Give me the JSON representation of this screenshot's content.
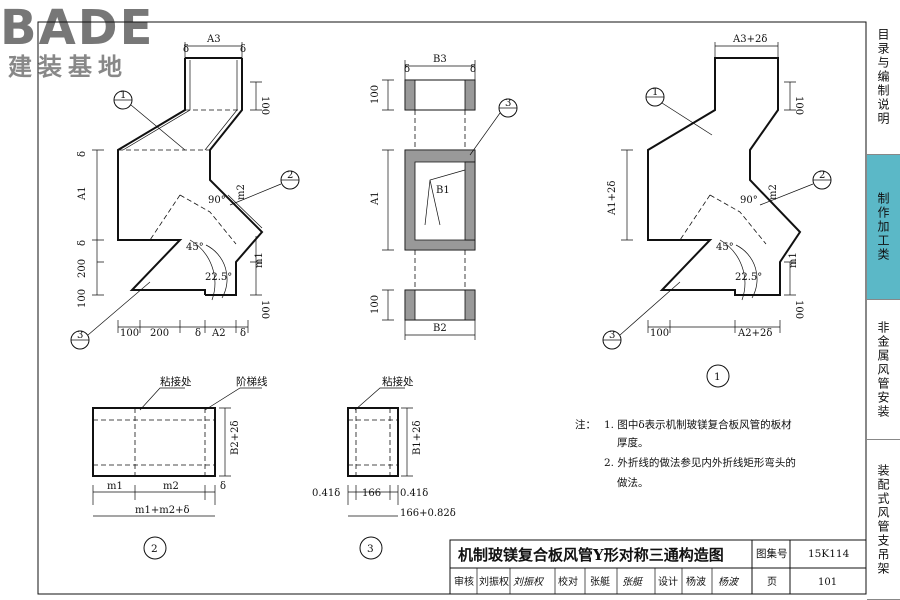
{
  "logo": {
    "name": "BADE",
    "subtitle": "建装基地"
  },
  "sidebar": [
    {
      "label": "目录与编制说明",
      "active": false
    },
    {
      "label": "制作加工类",
      "active": true
    },
    {
      "label": "非金属风管安装",
      "active": false
    },
    {
      "label": "装配式风管支吊架",
      "active": false
    }
  ],
  "view_left": {
    "top_width": "A3",
    "delta": "δ",
    "h100": "100",
    "left_height": "A1",
    "h200": "200",
    "bottom_h100": "100",
    "angle90": "90°",
    "angle45": "45°",
    "angle22": "22.5°",
    "m1": "m1",
    "m2": "m2",
    "bottom_dims": [
      "100",
      "200",
      "δ",
      "A2",
      "δ"
    ],
    "callouts": [
      "1",
      "2",
      "3"
    ]
  },
  "view_mid": {
    "top_width": "B3",
    "delta": "δ",
    "h100_top": "100",
    "height": "A1",
    "h100_bottom": "100",
    "inner": "B1",
    "bottom_width": "B2",
    "callout": "3"
  },
  "view_right": {
    "top_width": "A3+2δ",
    "height": "A1+2δ",
    "angle90": "90°",
    "angle45": "45°",
    "angle22": "22.5°",
    "m1": "m1",
    "m2": "m2",
    "h100_top": "100",
    "h100_bottom": "100",
    "bottom_left": "100",
    "bottom_width": "A2+2δ",
    "callouts": [
      "1",
      "2",
      "3"
    ],
    "view_no": "1"
  },
  "detail2": {
    "glue_label": "粘接处",
    "step_label": "阶梯线",
    "height": "B2+2δ",
    "dims": [
      "m1",
      "m2",
      "δ"
    ],
    "total": "m1+m2+δ",
    "view_no": "2"
  },
  "detail3": {
    "glue_label": "粘接处",
    "height": "B1+2δ",
    "dims": [
      "0.41δ",
      "166",
      "0.41δ"
    ],
    "total": "166+0.82δ",
    "view_no": "3"
  },
  "notes": {
    "prefix": "注：",
    "items": [
      "1. 图中δ表示机制玻镁复合板风管的板材",
      "厚度。",
      "2. 外折线的做法参见内外折线矩形弯头的",
      "做法。"
    ]
  },
  "title_block": {
    "title": "机制玻镁复合板风管Y形对称三通构造图",
    "atlas_label": "图集号",
    "atlas_no": "15K114",
    "row": [
      "审核",
      "刘振权",
      "刘振权",
      "校对",
      "张艇",
      "张艇",
      "设计",
      "杨波",
      "杨波",
      "页",
      "101"
    ]
  }
}
